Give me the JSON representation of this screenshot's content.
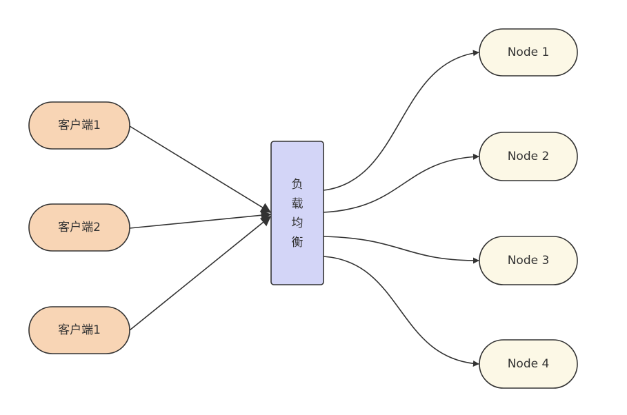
{
  "diagram": {
    "clients": [
      {
        "label": "客户端1"
      },
      {
        "label": "客户端2"
      },
      {
        "label": "客户端1"
      }
    ],
    "load_balancer": {
      "chars": [
        "负",
        "载",
        "均",
        "衡"
      ]
    },
    "nodes": [
      {
        "label": "Node 1"
      },
      {
        "label": "Node 2"
      },
      {
        "label": "Node 3"
      },
      {
        "label": "Node 4"
      }
    ],
    "colors": {
      "client_fill": "#f8d5b5",
      "lb_fill": "#d3d5f7",
      "node_fill": "#fcf8e6",
      "stroke": "#333333"
    }
  }
}
